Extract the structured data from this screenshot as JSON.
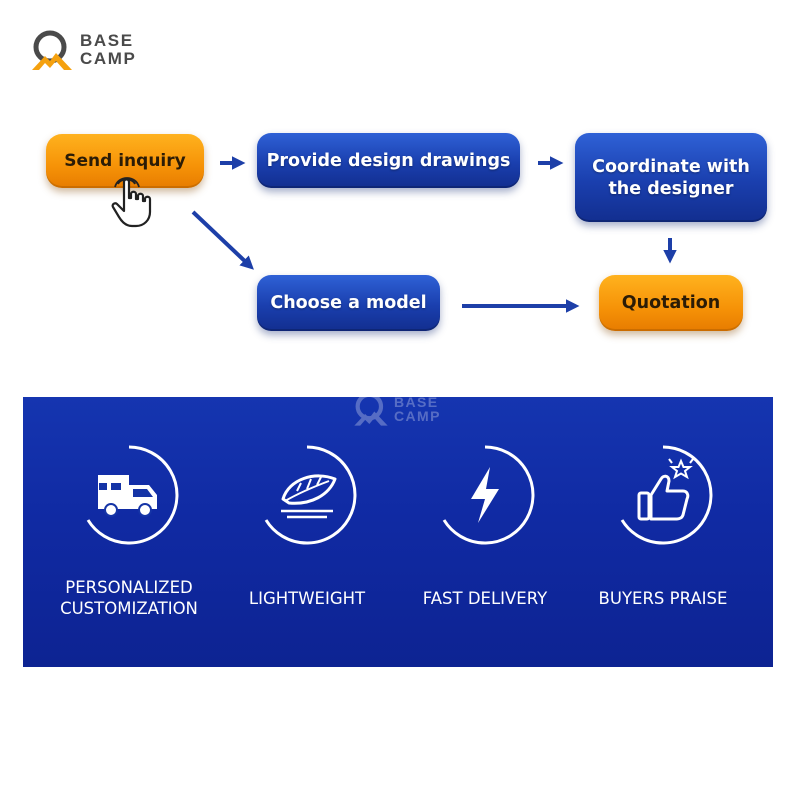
{
  "brand": {
    "name_line1": "BASE",
    "name_line2": "CAMP",
    "accent_orange": "#f5a10f",
    "logo_gray": "#4a4a4a"
  },
  "flow": {
    "steps": [
      {
        "id": "send-inquiry",
        "label": "Send inquiry",
        "style": "orange"
      },
      {
        "id": "provide-design-drawings",
        "label": "Provide design drawings",
        "style": "blue"
      },
      {
        "id": "coordinate-with-designer",
        "label": "Coordinate with\nthe designer",
        "style": "blue"
      },
      {
        "id": "choose-a-model",
        "label": "Choose a model",
        "style": "blue"
      },
      {
        "id": "quotation",
        "label": "Quotation",
        "style": "orange"
      }
    ],
    "connections": [
      [
        "send-inquiry",
        "provide-design-drawings"
      ],
      [
        "provide-design-drawings",
        "coordinate-with-designer"
      ],
      [
        "coordinate-with-designer",
        "quotation"
      ],
      [
        "send-inquiry",
        "choose-a-model"
      ],
      [
        "choose-a-model",
        "quotation"
      ]
    ],
    "pointer_icon": "hand-pointer-icon"
  },
  "features_panel": {
    "background": "#1130a6",
    "watermark_line1": "BASE",
    "watermark_line2": "CAMP",
    "items": [
      {
        "label": "PERSONALIZED\nCUSTOMIZATION",
        "icon": "camper-van-icon"
      },
      {
        "label": "LIGHTWEIGHT",
        "icon": "feather-icon"
      },
      {
        "label": "FAST DELIVERY",
        "icon": "lightning-bolt-icon"
      },
      {
        "label": "BUYERS PRAISE",
        "icon": "thumbs-up-icon"
      }
    ]
  }
}
